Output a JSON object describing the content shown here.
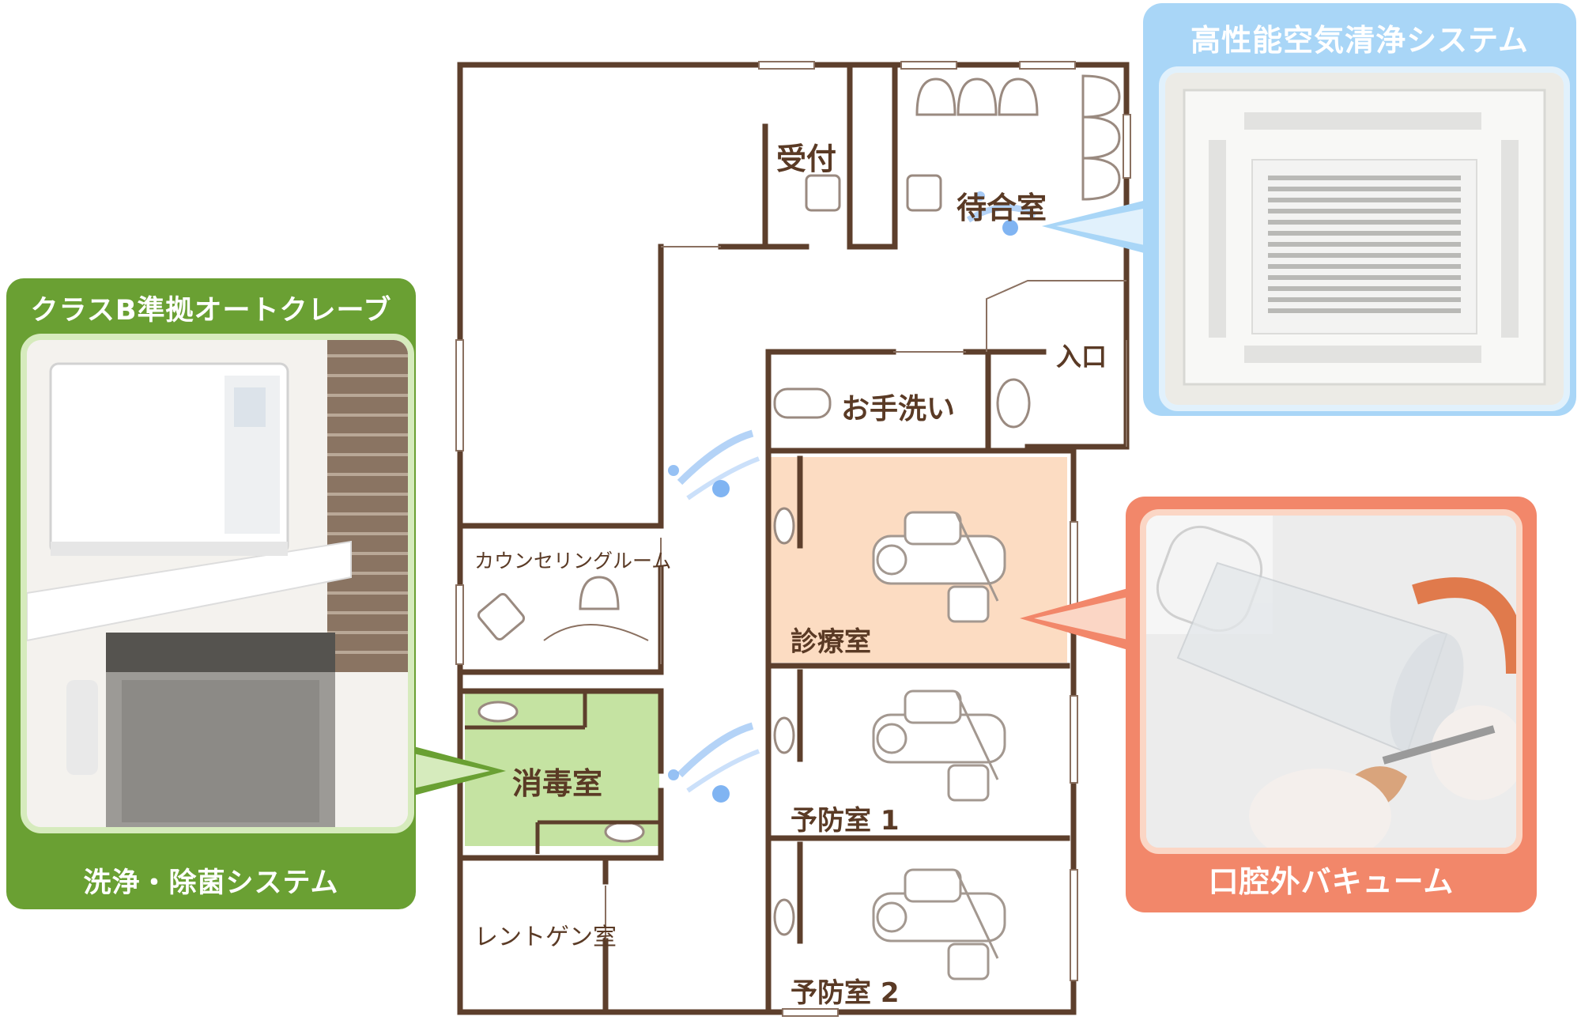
{
  "panels": {
    "autoclave": {
      "title": "クラスB準拠オートクレーブ",
      "caption": "洗浄・除菌システム",
      "color": "#6aa033"
    },
    "air": {
      "title": "高性能空気清浄システム",
      "color": "#a9d6f7"
    },
    "vacuum": {
      "caption": "口腔外バキューム",
      "color": "#f2876a"
    }
  },
  "rooms": {
    "reception": "受付",
    "waiting": "待合室",
    "entrance": "入口",
    "handwash": "お手洗い",
    "counseling": "カウンセリングルーム",
    "treatment": "診療室",
    "prevention1": "予防室 1",
    "prevention2": "予防室 2",
    "sterilization": "消毒室",
    "xray": "レントゲン室"
  },
  "colors": {
    "wall": "#5d3f2c",
    "treatment_fill": "#fcdcc2",
    "sterilization_fill": "#c5e3a2",
    "air_flow": "#6aa7f0"
  }
}
